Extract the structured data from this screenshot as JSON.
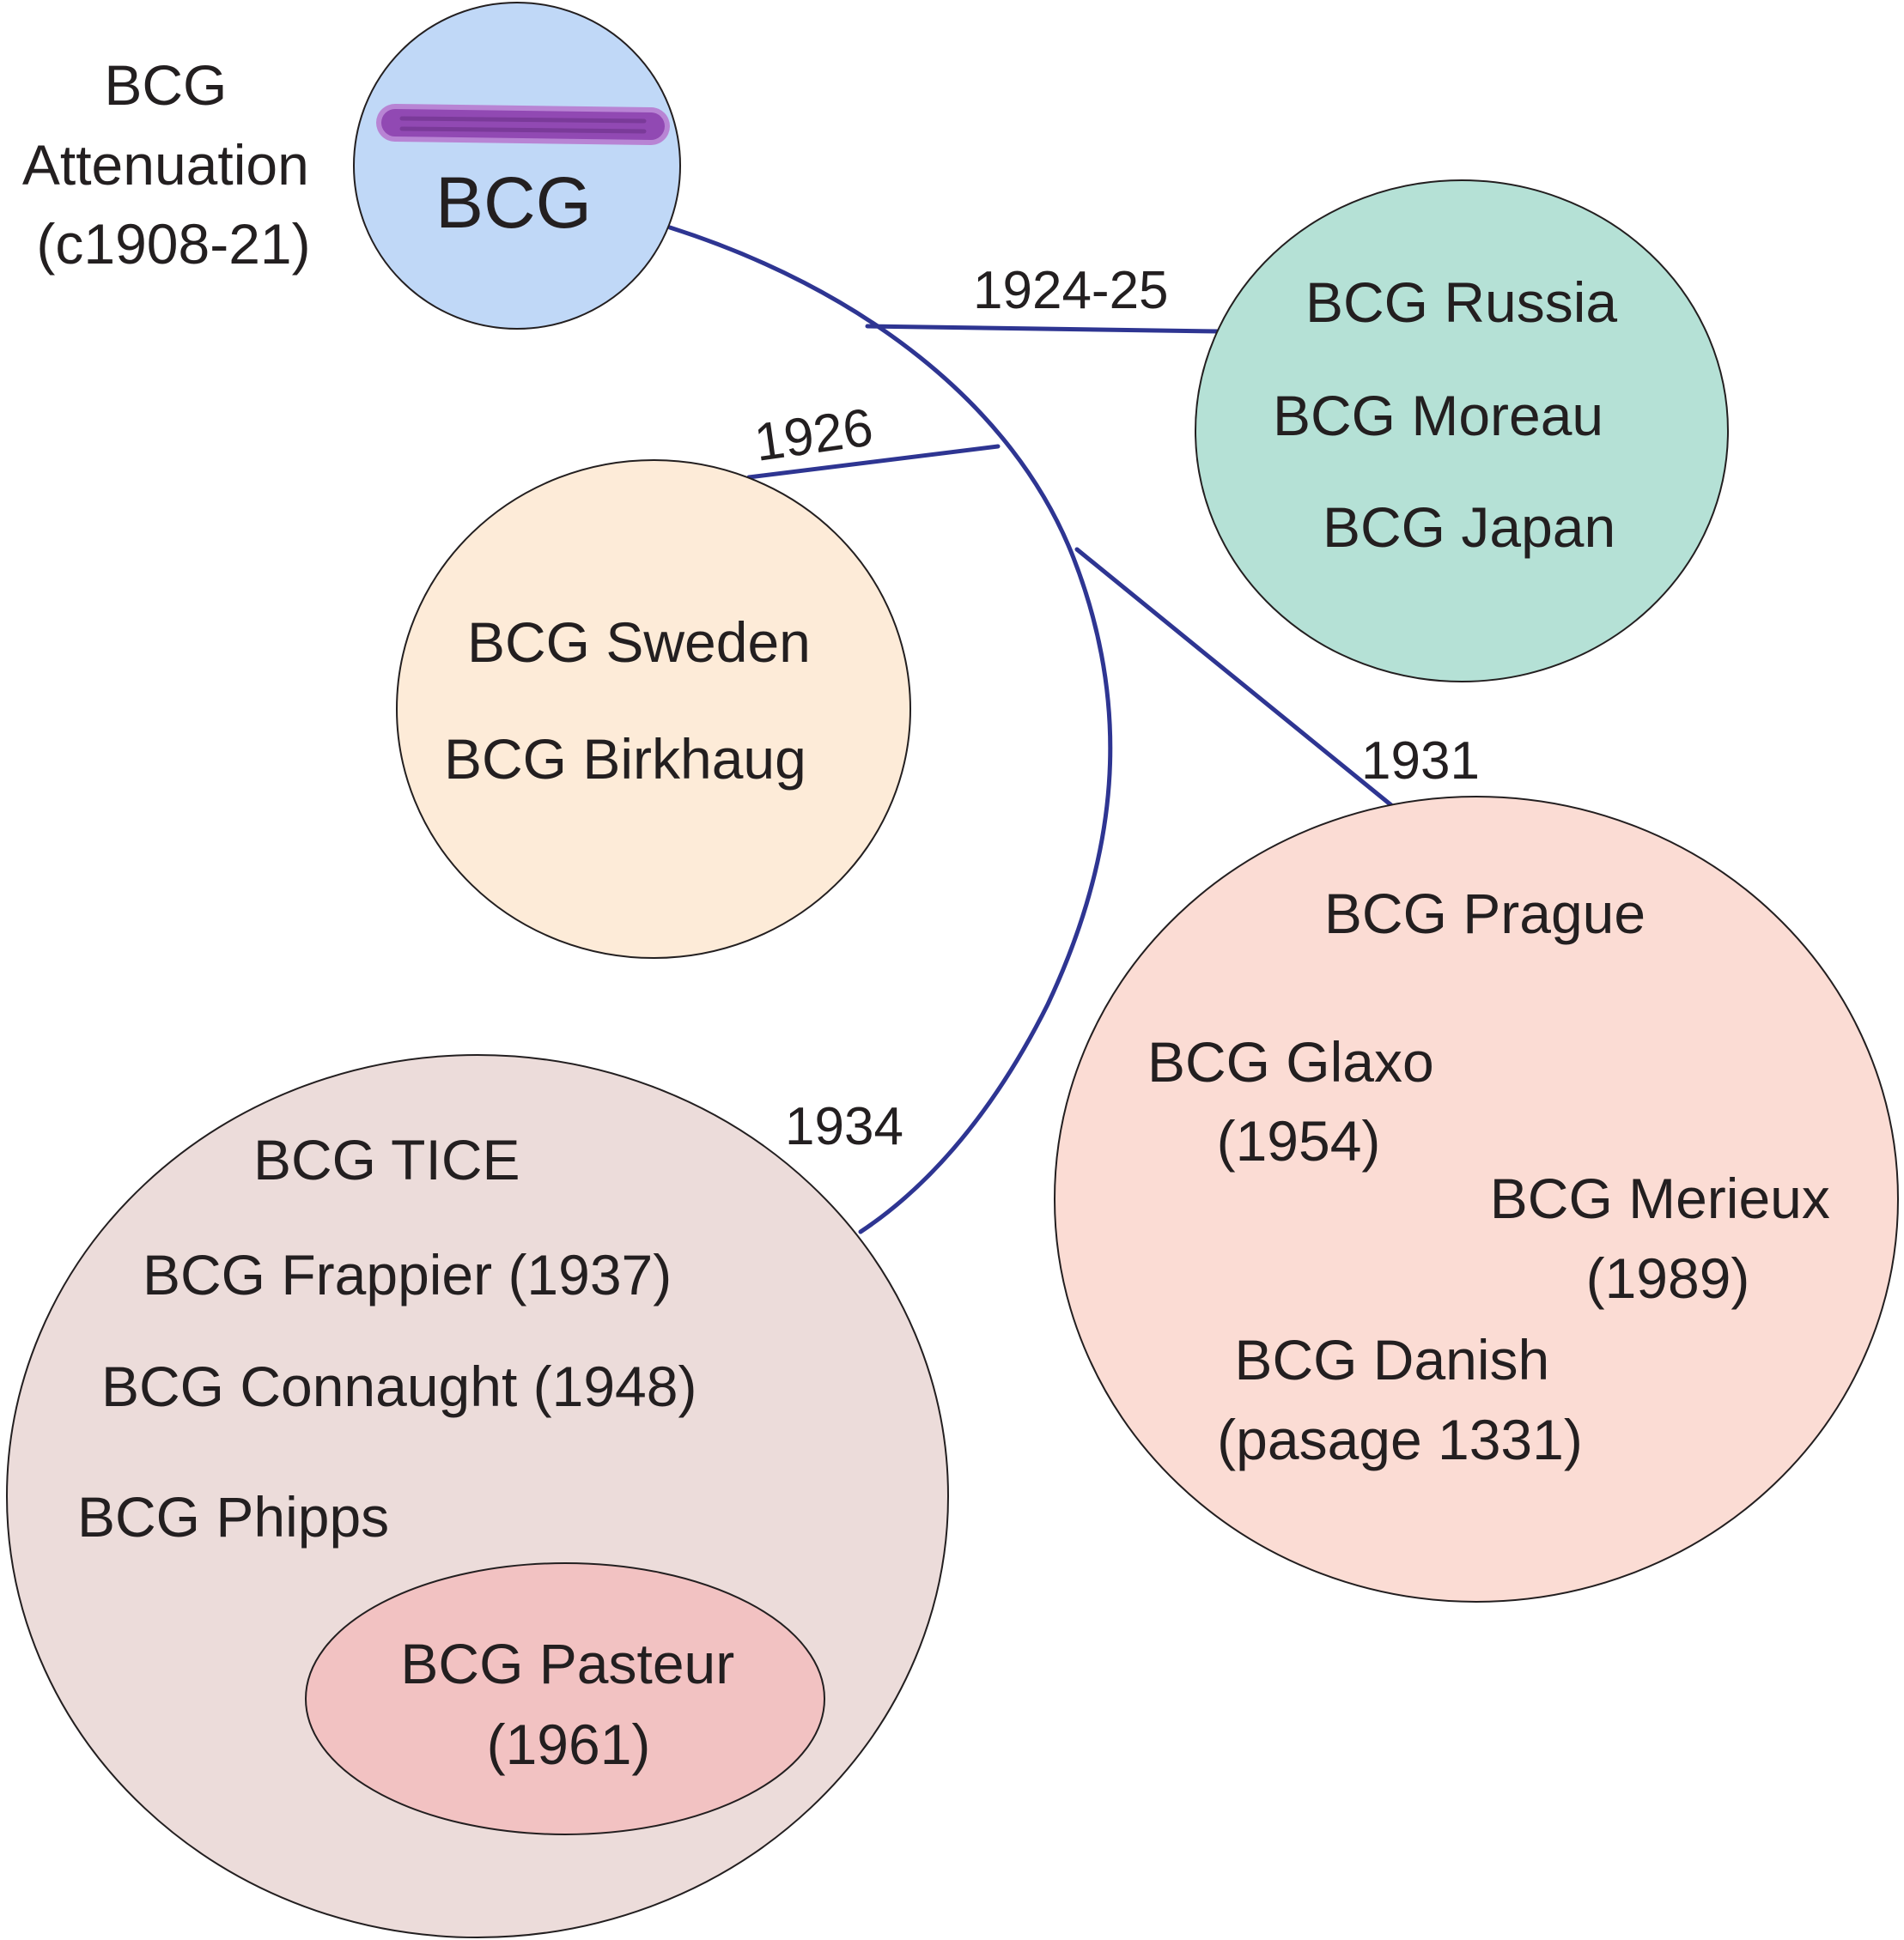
{
  "colors": {
    "link": "#2e3592",
    "bcg_node": "#c0d8f7",
    "russia_group": "#b5e1d6",
    "sweden_group": "#fdebd8",
    "prague_group": "#fbdcd4",
    "tice_group": "#ecdcda",
    "pasteur_group": "#f2c2c2",
    "bacillus_fill": "#9149b3",
    "bacillus_edge": "#b884d4",
    "text": "#231f20"
  },
  "origin": {
    "icon": "bacillus-icon",
    "label": "BCG",
    "caption": [
      "BCG",
      "Attenuation",
      "(c1908-21)"
    ]
  },
  "transfers": {
    "russia": "1924-25",
    "sweden": "1926",
    "prague": "1931",
    "tice": "1934"
  },
  "groups": {
    "russia": [
      "BCG Russia",
      "BCG Moreau",
      "BCG Japan"
    ],
    "sweden": [
      "BCG Sweden",
      "BCG Birkhaug"
    ],
    "prague": {
      "prague": "BCG Prague",
      "glaxo": [
        "BCG Glaxo",
        "(1954)"
      ],
      "merieux": [
        "BCG Merieux",
        "(1989)"
      ],
      "danish": [
        "BCG Danish",
        "(pasage 1331)"
      ]
    },
    "tice": {
      "tice": "BCG TICE",
      "frappier": "BCG Frappier (1937)",
      "connaught": "BCG Connaught (1948)",
      "phipps": "BCG Phipps",
      "pasteur": [
        "BCG Pasteur",
        "(1961)"
      ]
    }
  }
}
